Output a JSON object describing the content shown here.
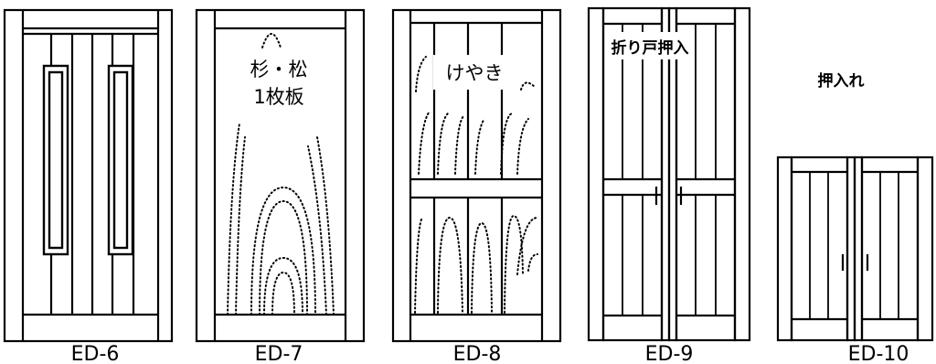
{
  "doors": [
    {
      "code": "ED-6",
      "note_lines": []
    },
    {
      "code": "ED-7",
      "note_lines": [
        "杉・松",
        "1枚板"
      ]
    },
    {
      "code": "ED-8",
      "note_lines": [
        "けやき"
      ]
    },
    {
      "code": "ED-9",
      "note_lines": [
        "折り戸押入"
      ]
    },
    {
      "code": "ED-10",
      "note_lines": []
    }
  ],
  "extra_label": "押入れ"
}
